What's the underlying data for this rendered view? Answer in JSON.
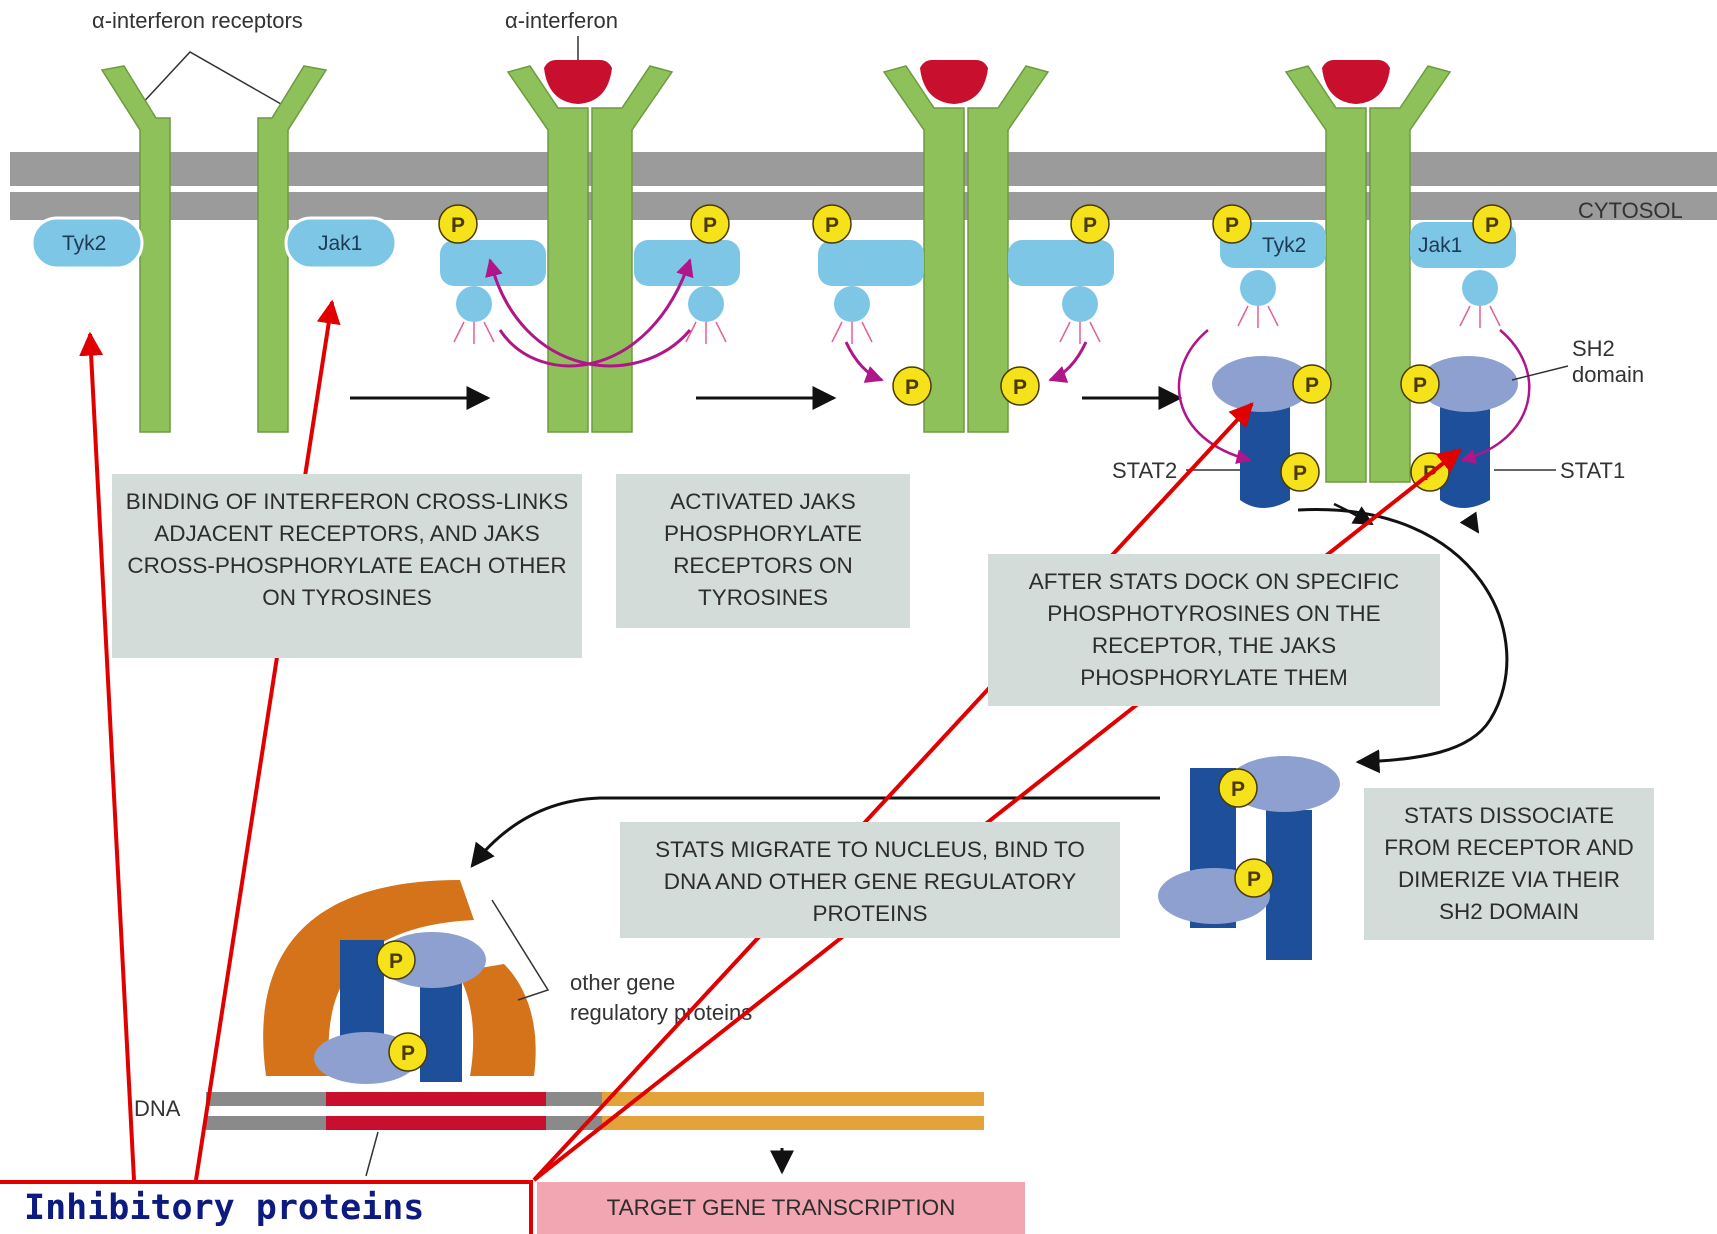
{
  "labels": {
    "receptors": "α-interferon receptors",
    "interferon": "α-interferon",
    "cytosol": "CYTOSOL",
    "tyk2": "Tyk2",
    "jak1": "Jak1",
    "phospho": "P",
    "sh2_line1": "SH2",
    "sh2_line2": "domain",
    "stat2": "STAT2",
    "stat1": "STAT1",
    "other_line1": "other gene",
    "other_line2": "regulatory proteins",
    "dna": "DNA"
  },
  "captions": {
    "step1": "BINDING OF INTERFERON CROSS-LINKS ADJACENT RECEPTORS, AND Jaks CROSS-PHOSPHORYLATE EACH OTHER ON TYROSINES",
    "step2": "ACTIVATED Jaks PHOSPHORYLATE RECEPTORS ON TYROSINES",
    "step3": "AFTER STATs DOCK ON SPECIFIC PHOSPHOTYROSINES ON THE RECEPTOR, THE Jaks PHOSPHORYLATE THEM",
    "step4": "STATs DISSOCIATE FROM RECEPTOR AND DIMERIZE VIA THEIR SH2 DOMAIN",
    "step5": "STATs MIGRATE TO NUCLEUS, BIND TO DNA AND OTHER GENE REGULATORY PROTEINS",
    "target": "TARGET GENE TRANSCRIPTION"
  },
  "annotation": {
    "label": "Inhibitory proteins"
  },
  "colors": {
    "receptor": "#8fc15a",
    "interferon": "#c8102e",
    "kinase": "#7dc6e6",
    "phospho": "#f6e21a",
    "stat_dark": "#1d4f9a",
    "stat_light": "#8ea0cf",
    "gene_reg": "#d5731a",
    "annotation": "#e00000"
  }
}
